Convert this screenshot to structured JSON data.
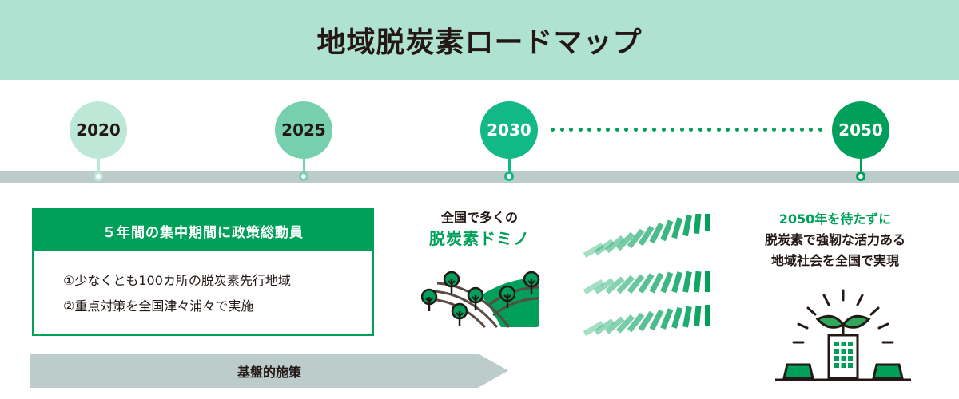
{
  "header": {
    "title": "地域脱炭素ロードマップ"
  },
  "timeline": {
    "milestones": [
      {
        "year": "2020",
        "fill": "#bde8d8",
        "text_color": "#231815",
        "accent": "#bde8d8"
      },
      {
        "year": "2025",
        "fill": "#76d0ae",
        "text_color": "#231815",
        "accent": "#76d0ae"
      },
      {
        "year": "2030",
        "fill": "#12b886",
        "text_color": "#ffffff",
        "accent": "#12b886"
      },
      {
        "year": "2050",
        "fill": "#00a05a",
        "text_color": "#ffffff",
        "accent": "#00a05a"
      }
    ],
    "track_color": "#bbcccb",
    "dot_color": "#00a05a"
  },
  "policy_box": {
    "title": "５年間の集中期間に政策総動員",
    "items": [
      "①少なくとも100カ所の脱炭素先行地域",
      "②重点対策を全国津々浦々で実施"
    ]
  },
  "base_policy": {
    "label": "基盤的施策"
  },
  "domino": {
    "line1": "全国で多くの",
    "line2": "脱炭素ドミノ"
  },
  "goal": {
    "line1": "2050年を待たずに",
    "line2": "脱炭素で強靭な活力ある",
    "line3": "地域社会を全国で実現"
  },
  "icons": {
    "landscape": "trees-hills-icon",
    "dominoes": "falling-dominoes-icon",
    "city": "green-building-solar-icon"
  },
  "colors": {
    "primary_green": "#00a05a",
    "header_bg": "#b0e2d2",
    "gray": "#bbcccb",
    "text": "#231815"
  }
}
